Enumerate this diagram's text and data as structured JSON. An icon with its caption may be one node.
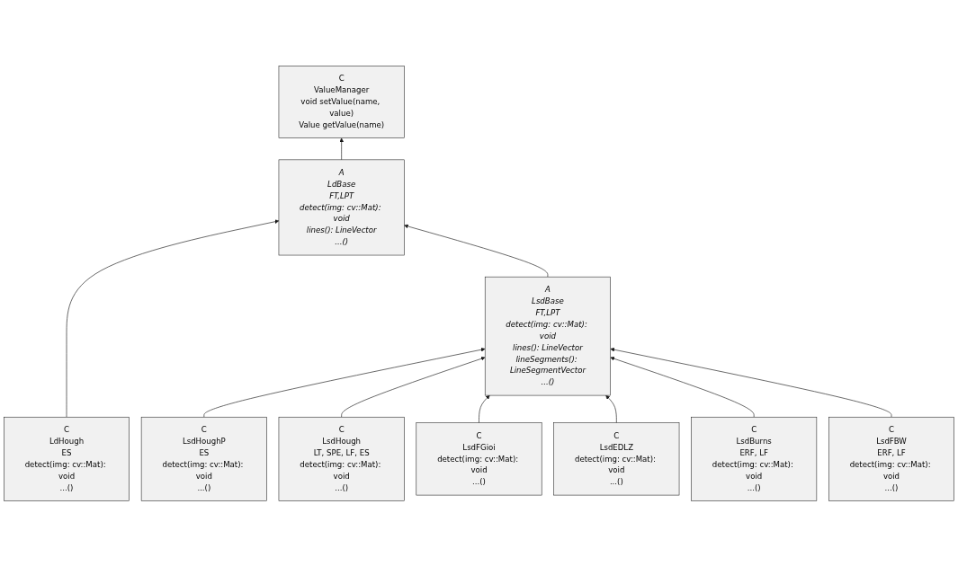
{
  "diagram": {
    "nodes": [
      {
        "text": [
          "C",
          "ValueManager",
          "void setValue(name, value)",
          "Value getValue(name)"
        ]
      },
      {
        "text": [
          "A",
          "LdBase",
          "FT,LPT",
          "detect(img: cv::Mat): void",
          "lines(): LineVector",
          "...()"
        ]
      },
      {
        "text": [
          "C",
          "LdHough",
          "ES",
          "detect(img: cv::Mat): void",
          "...()"
        ]
      },
      {
        "text": [
          "C",
          "LsdHoughP",
          "ES",
          "detect(img: cv::Mat): void",
          "...()"
        ]
      },
      {
        "text": [
          "A",
          "LsdBase",
          "FT,LPT",
          "detect(img: cv::Mat): void",
          "lines(): LineVector",
          "lineSegments(): LineSegmentVector",
          "...()"
        ]
      },
      {
        "text": [
          "C",
          "LsdHough",
          "LT, SPE, LF, ES",
          "detect(img: cv::Mat): void",
          "...()"
        ]
      },
      {
        "text": [
          "C",
          "LsdFGioi",
          "detect(img: cv::Mat): void",
          "...()"
        ]
      },
      {
        "text": [
          "C",
          "LsdEDLZ",
          "detect(img: cv::Mat): void",
          "...()"
        ]
      },
      {
        "text": [
          "C",
          "LsdBurns",
          "ERF, LF",
          "detect(img: cv::Mat): void",
          "...()"
        ]
      },
      {
        "text": [
          "C",
          "LsdFBW",
          "ERF, LF",
          "detect(img: cv::Mat): void",
          "...()"
        ]
      }
    ],
    "edges": [
      {
        "from": 1,
        "to": 0,
        "arrow": "to"
      },
      {
        "from": 2,
        "to": 1,
        "arrow": "to"
      },
      {
        "from": 4,
        "to": 1,
        "arrow": "to"
      },
      {
        "from": 3,
        "to": 4,
        "arrow": "to"
      },
      {
        "from": 5,
        "to": 4,
        "arrow": "to"
      },
      {
        "from": 6,
        "to": 4,
        "arrow": "to"
      },
      {
        "from": 7,
        "to": 4,
        "arrow": "to"
      },
      {
        "from": 8,
        "to": 4,
        "arrow": "to"
      },
      {
        "from": 9,
        "to": 4,
        "arrow": "to"
      }
    ]
  }
}
